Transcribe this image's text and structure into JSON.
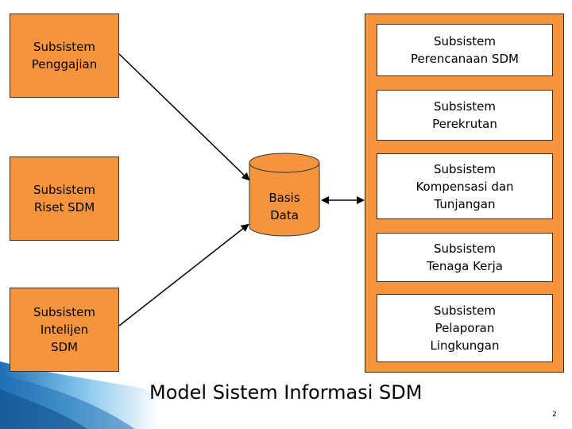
{
  "left_subsystems": {
    "penggajian": "Subsistem\nPenggajian",
    "riset": "Subsistem\nRiset SDM",
    "intelijen": "Subsistem\nIntelijen\nSDM"
  },
  "database": {
    "label": "Basis\nData"
  },
  "right_subsystems": {
    "perencanaan": "Subsistem\nPerencanaan SDM",
    "perekrutan": "Subsistem\nPerekrutan",
    "kompensasi": "Subsistem\nKompensasi dan\nTunjangan",
    "tenaga_kerja": "Subsistem\nTenaga Kerja",
    "pelaporan": "Subsistem\nPelaporan\nLingkungan"
  },
  "title": "Model Sistem Informasi SDM",
  "page_number": "2",
  "colors": {
    "orange": "#f7953e",
    "decor_blue": "#3a9ad9"
  }
}
